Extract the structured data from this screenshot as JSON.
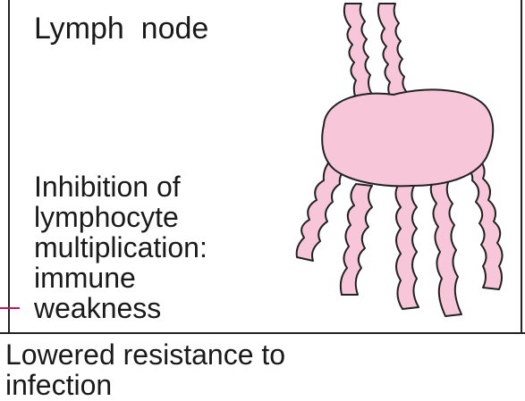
{
  "diagram": {
    "title": "Lymph  node",
    "effect_lines": [
      "Inhibition of",
      "lymphocyte",
      "multiplication:",
      "immune",
      "weakness"
    ],
    "consequence_lines": [
      "Lowered resistance to",
      "infection"
    ],
    "colors": {
      "node_fill": "#f7c6d9",
      "node_stroke": "#222222",
      "pointer": "#c2185b",
      "text": "#1a1a1a"
    }
  }
}
